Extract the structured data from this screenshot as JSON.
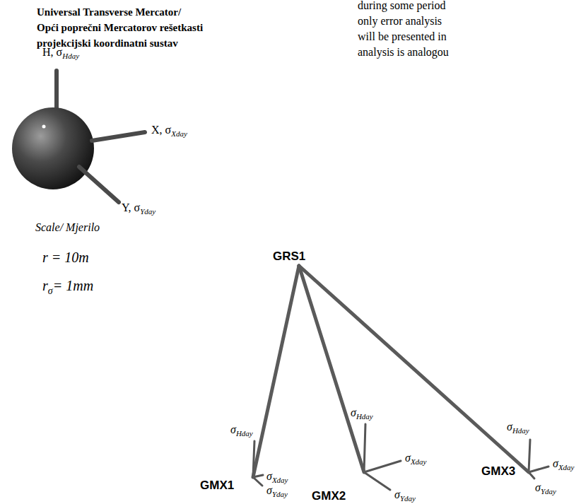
{
  "diagram": {
    "title": "Universal Transverse Mercator/",
    "nodes": [
      {
        "text": [
          "GRS1"
        ]
      },
      {
        "text": [
          "GMX1"
        ]
      },
      {
        "text": [
          "GMX2"
        ]
      },
      {
        "text": [
          "GMX3"
        ]
      }
    ],
    "edges": [
      {
        "from": 0,
        "to": 1,
        "arrow": "none"
      },
      {
        "from": 0,
        "to": 2,
        "arrow": "none"
      },
      {
        "from": 0,
        "to": 3,
        "arrow": "none"
      }
    ],
    "labels": [
      "Opći poprečni Mercatorov rešetkasti projekcijski koordinatni sustav",
      "H, σ",
      "Hday",
      "X, σ",
      "Xday",
      "Y, σ",
      "Yday",
      "Scale/ Mjerilo",
      "r = 10m",
      "r",
      "σ",
      "= 1mm",
      "σ",
      "Hday",
      "σ",
      "Xday",
      "σ",
      "Yday",
      "σ",
      "Hday",
      "σ",
      "Xday",
      "σ",
      "Yday",
      "σ",
      "Hday",
      "σ",
      "Xday",
      "σ",
      "Yday",
      "during some period",
      "only error analysis",
      "will be presented in",
      "analysis is analogou"
    ]
  }
}
